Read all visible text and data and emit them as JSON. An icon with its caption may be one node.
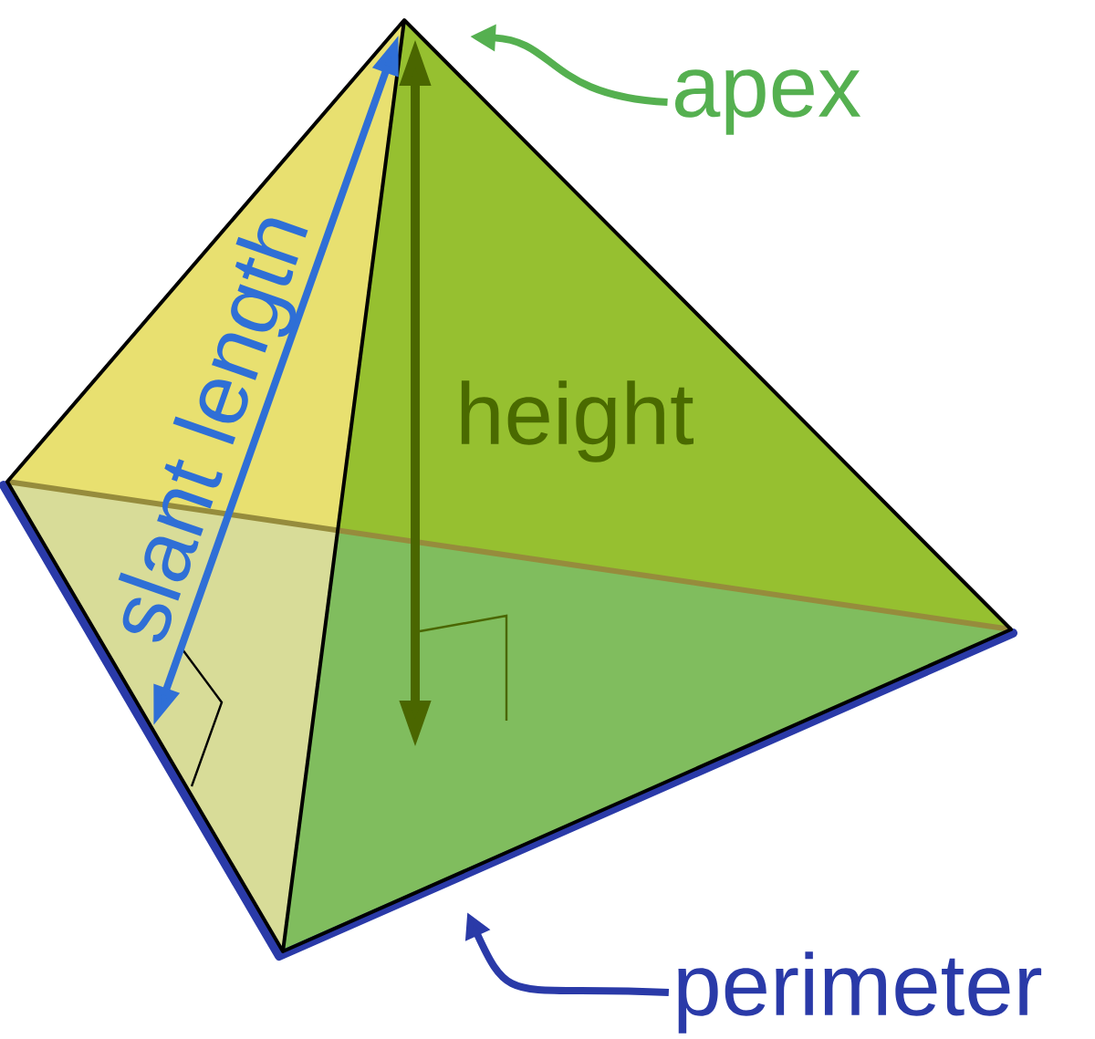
{
  "diagram": {
    "nodes": [
      {
        "text": [
          "apex"
        ]
      },
      {
        "text": [
          "perimeter"
        ]
      }
    ],
    "edges": [
      {
        "from": 0,
        "to": null,
        "arrow": "to",
        "color": "#55b050"
      },
      {
        "from": 1,
        "to": null,
        "arrow": "to",
        "color": "#2a3aa8"
      }
    ],
    "labels": [
      "slant length",
      "height"
    ]
  }
}
